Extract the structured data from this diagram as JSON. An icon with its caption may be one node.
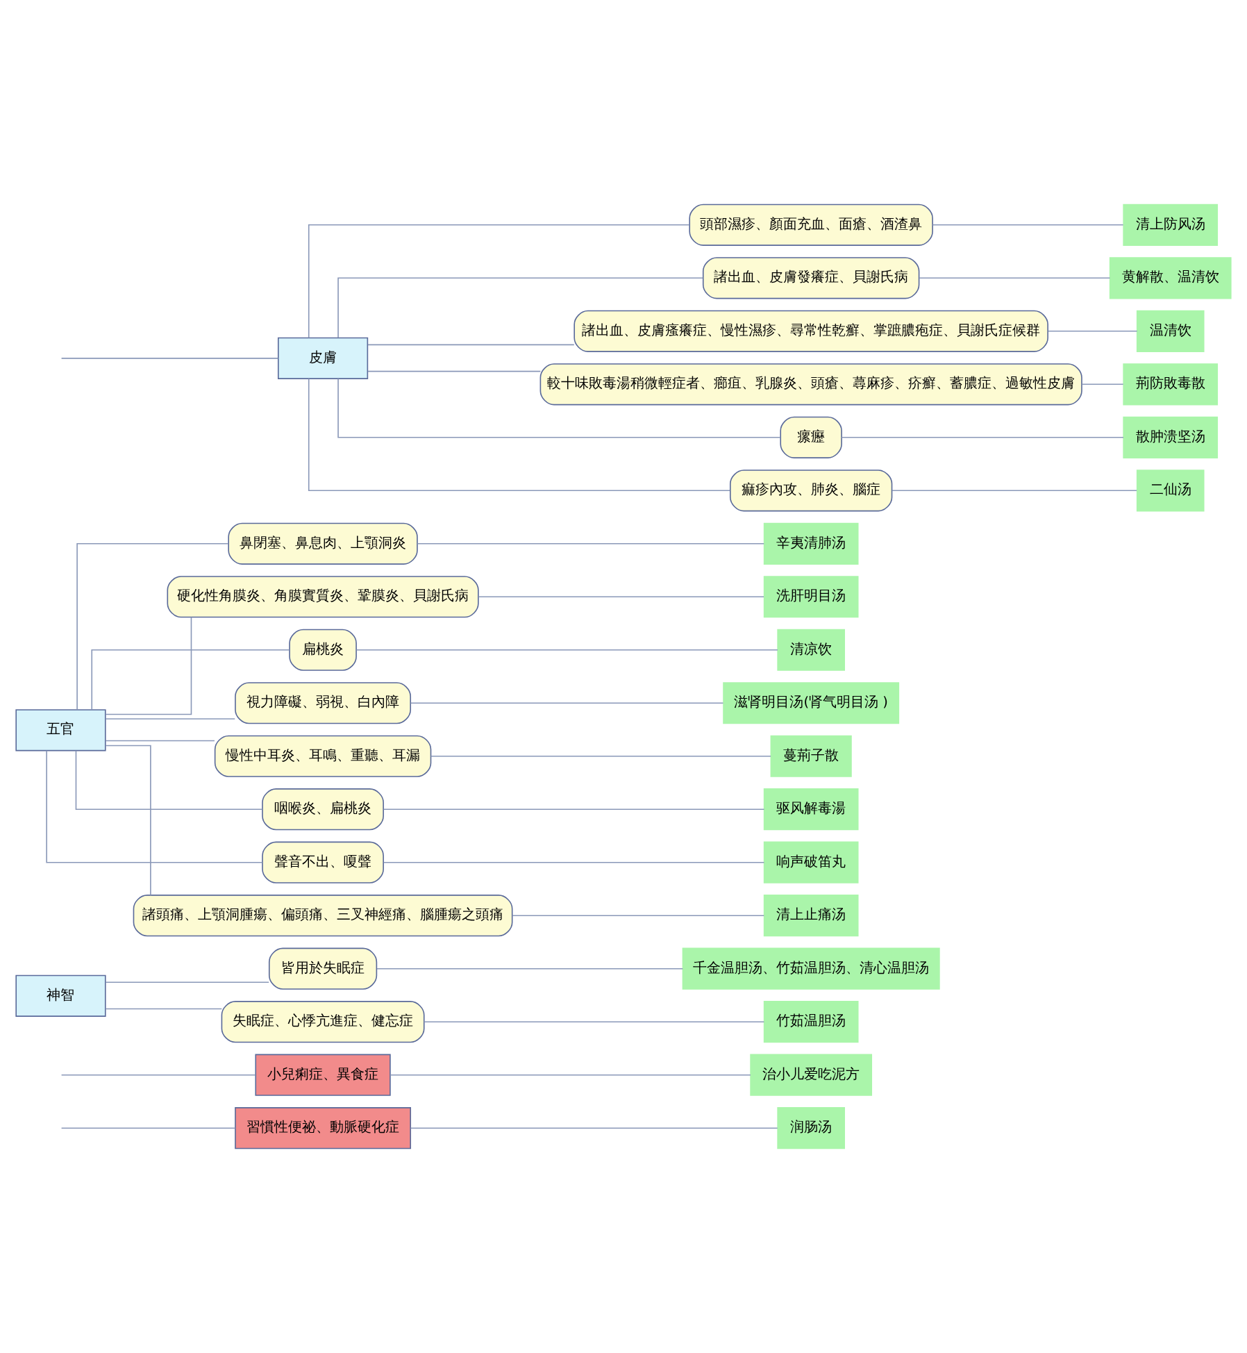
{
  "diagram": {
    "nodes": [
      {
        "text": [
          "習慣性便祕、動脈硬化症"
        ]
      },
      {
        "text": [
          "润肠汤"
        ]
      },
      {
        "text": [
          "小兒痢症、異食症"
        ]
      },
      {
        "text": [
          "治小儿爱吃泥方"
        ]
      },
      {
        "text": [
          "神智"
        ]
      },
      {
        "text": [
          "皆用於失眠症"
        ]
      },
      {
        "text": [
          "千金温胆汤、竹茹温胆汤、清心温胆汤"
        ]
      },
      {
        "text": [
          "失眠症、心悸亢進症、健忘症"
        ]
      },
      {
        "text": [
          "竹茹温胆汤"
        ]
      },
      {
        "text": [
          "五官"
        ]
      },
      {
        "text": [
          "鼻閉塞、鼻息肉、上顎洞炎"
        ]
      },
      {
        "text": [
          "辛夷清肺汤"
        ]
      },
      {
        "text": [
          "硬化性角膜炎、角膜實質炎、鞏膜炎、貝謝氏病"
        ]
      },
      {
        "text": [
          "洗肝明目汤"
        ]
      },
      {
        "text": [
          "扁桃炎"
        ]
      },
      {
        "text": [
          "清凉饮"
        ]
      },
      {
        "text": [
          "視力障礙、弱視、白內障"
        ]
      },
      {
        "text": [
          "滋肾明目汤(肾气明目汤 )"
        ]
      },
      {
        "text": [
          "慢性中耳炎、耳鳴、重聽、耳漏"
        ]
      },
      {
        "text": [
          "蔓荊子散"
        ]
      },
      {
        "text": [
          "咽喉炎、扁桃炎"
        ]
      },
      {
        "text": [
          "驱风解毒湯"
        ]
      },
      {
        "text": [
          "聲音不出、嗄聲"
        ]
      },
      {
        "text": [
          "响声破笛丸"
        ]
      },
      {
        "text": [
          "諸頭痛、上顎洞腫瘍、偏頭痛、三叉神經痛、腦腫瘍之頭痛"
        ]
      },
      {
        "text": [
          "清上止痛汤"
        ]
      },
      {
        "text": [
          "皮膚"
        ]
      },
      {
        "text": [
          "頭部濕疹、顏面充血、面瘡、酒渣鼻"
        ]
      },
      {
        "text": [
          "清上防风汤"
        ]
      },
      {
        "text": [
          "諸出血、皮膚發癢症、貝謝氏病"
        ]
      },
      {
        "text": [
          "黄解散、温清饮"
        ]
      },
      {
        "text": [
          "諸出血、皮膚瘙癢症、慢性濕疹、尋常性乾癬、掌蹠膿疱症、貝謝氏症候群"
        ]
      },
      {
        "text": [
          "温清饮"
        ]
      },
      {
        "text": [
          "較十味敗毒湯稍微輕症者、癤疽、乳腺炎、頭瘡、蕁麻疹、疥癬、蓄膿症、過敏性皮膚"
        ]
      },
      {
        "text": [
          "荊防敗毒散"
        ]
      },
      {
        "text": [
          "瘰癧"
        ]
      },
      {
        "text": [
          "散肿溃坚汤"
        ]
      },
      {
        "text": [
          "痲疹內攻、肺炎、腦症"
        ]
      },
      {
        "text": [
          "二仙汤"
        ]
      }
    ],
    "edges": [
      {
        "from": null,
        "to": 0,
        "arrow": "none"
      },
      {
        "from": null,
        "to": 2,
        "arrow": "none"
      },
      {
        "from": 0,
        "to": 1,
        "arrow": "none"
      },
      {
        "from": 2,
        "to": 3,
        "arrow": "none"
      },
      {
        "from": 4,
        "to": 5,
        "arrow": "none"
      },
      {
        "from": 5,
        "to": 6,
        "arrow": "none"
      },
      {
        "from": 4,
        "to": 7,
        "arrow": "none"
      },
      {
        "from": 7,
        "to": 8,
        "arrow": "none"
      },
      {
        "from": 9,
        "to": 10,
        "arrow": "none"
      },
      {
        "from": 10,
        "to": 11,
        "arrow": "none"
      },
      {
        "from": 9,
        "to": 12,
        "arrow": "none"
      },
      {
        "from": 12,
        "to": 13,
        "arrow": "none"
      },
      {
        "from": 9,
        "to": 14,
        "arrow": "none"
      },
      {
        "from": 14,
        "to": 15,
        "arrow": "none"
      },
      {
        "from": 9,
        "to": 16,
        "arrow": "none"
      },
      {
        "from": 16,
        "to": 17,
        "arrow": "none"
      },
      {
        "from": 9,
        "to": 18,
        "arrow": "none"
      },
      {
        "from": 18,
        "to": 19,
        "arrow": "none"
      },
      {
        "from": 9,
        "to": 20,
        "arrow": "none"
      },
      {
        "from": 20,
        "to": 21,
        "arrow": "none"
      },
      {
        "from": 9,
        "to": 22,
        "arrow": "none"
      },
      {
        "from": 22,
        "to": 23,
        "arrow": "none"
      },
      {
        "from": 9,
        "to": 24,
        "arrow": "none"
      },
      {
        "from": 24,
        "to": 25,
        "arrow": "none"
      },
      {
        "from": null,
        "to": 26,
        "arrow": "none"
      },
      {
        "from": 26,
        "to": 27,
        "arrow": "none"
      },
      {
        "from": 27,
        "to": 28,
        "arrow": "none"
      },
      {
        "from": 26,
        "to": 29,
        "arrow": "none"
      },
      {
        "from": 29,
        "to": 30,
        "arrow": "none"
      },
      {
        "from": 26,
        "to": 31,
        "arrow": "none"
      },
      {
        "from": 31,
        "to": 32,
        "arrow": "none"
      },
      {
        "from": 26,
        "to": 33,
        "arrow": "none"
      },
      {
        "from": 33,
        "to": 34,
        "arrow": "none"
      },
      {
        "from": 26,
        "to": 35,
        "arrow": "none"
      },
      {
        "from": 35,
        "to": 36,
        "arrow": "none"
      },
      {
        "from": 26,
        "to": 37,
        "arrow": "none"
      },
      {
        "from": 37,
        "to": 38,
        "arrow": "none"
      }
    ]
  }
}
